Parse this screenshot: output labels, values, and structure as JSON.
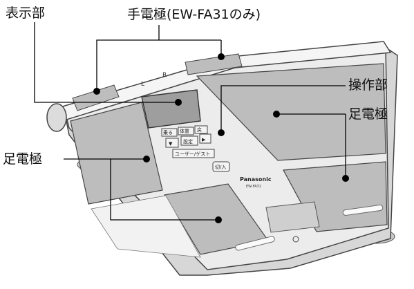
{
  "labels": {
    "display": "表示部",
    "hand_electrode": "手電極(EW-FA31のみ)",
    "operation": "操作部",
    "foot_electrode_right": "足電極",
    "foot_electrode_left": "足電極"
  },
  "device": {
    "handle_left": "L",
    "handle_right": "R",
    "brand": "Panasonic",
    "model": "EW-FA31",
    "keys": [
      "乗る",
      "体重",
      "戻",
      "▼",
      "設定",
      "▶",
      "ユーザー/ゲスト",
      "切/入"
    ]
  },
  "colors": {
    "panel": "#bdbdbd",
    "panel_dark": "#9e9e9e",
    "body": "#e6e6e6",
    "outline": "#444444",
    "leader": "#000000"
  }
}
